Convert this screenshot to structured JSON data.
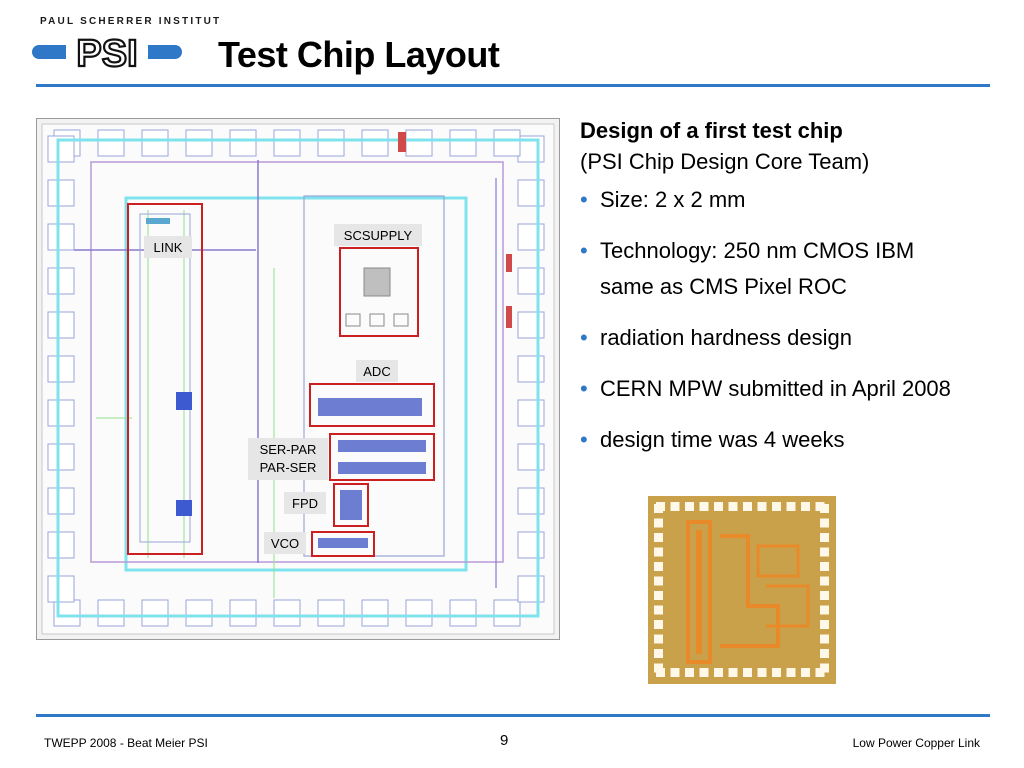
{
  "header": {
    "institute": "PAUL SCHERRER INSTITUT",
    "logo_text": "PSI",
    "title": "Test Chip Layout"
  },
  "layout_labels": {
    "link": "LINK",
    "scsupply": "SCSUPPLY",
    "adc": "ADC",
    "serpar": "SER-PAR",
    "parser": "PAR-SER",
    "fpd": "FPD",
    "vco": "VCO"
  },
  "content": {
    "heading": "Design of a first test chip",
    "subheading": "(PSI Chip Design Core Team)",
    "bullets": [
      {
        "line1": "Size: 2 x 2 mm",
        "line2": ""
      },
      {
        "line1": "Technology: 250 nm CMOS IBM",
        "line2": "same as CMS Pixel ROC"
      },
      {
        "line1": "radiation hardness design",
        "line2": ""
      },
      {
        "line1": "CERN MPW submitted in April 2008",
        "line2": ""
      },
      {
        "line1": "design time was 4 weeks",
        "line2": ""
      }
    ],
    "bullet_symbol": "•"
  },
  "footer": {
    "left": "TWEPP 2008 - Beat Meier PSI",
    "page": "9",
    "right": "Low Power Copper Link"
  },
  "colors": {
    "accent": "#2f78c8",
    "highlight_box": "#cc1f1f",
    "chip_gold": "#c9a14a",
    "chip_trace": "#e88a2a"
  }
}
